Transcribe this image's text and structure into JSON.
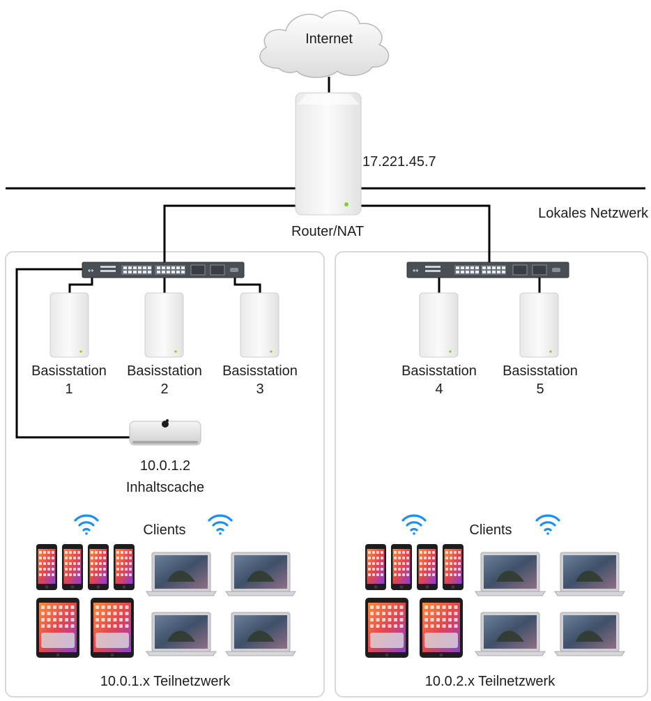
{
  "internet": {
    "label": "Internet"
  },
  "router": {
    "label": "Router/NAT",
    "ip": "17.221.45.7"
  },
  "local_network": {
    "label": "Lokales Netzwerk"
  },
  "subnet_left": {
    "stations": [
      {
        "line1": "Basisstation",
        "line2": "1"
      },
      {
        "line1": "Basisstation",
        "line2": "2"
      },
      {
        "line1": "Basisstation",
        "line2": "3"
      }
    ],
    "cache": {
      "ip": "10.0.1.2",
      "label": "Inhaltscache"
    },
    "clients_label": "Clients",
    "subnet_label": "10.0.1.x Teilnetzwerk"
  },
  "subnet_right": {
    "stations": [
      {
        "line1": "Basisstation",
        "line2": "4"
      },
      {
        "line1": "Basisstation",
        "line2": "5"
      }
    ],
    "clients_label": "Clients",
    "subnet_label": "10.0.2.x Teilnetzwerk"
  },
  "colors": {
    "line": "#000000",
    "panel_border": "#d8d8d8",
    "wifi": "#1e8ff0",
    "device_body": "#f2f2f2",
    "status_led": "#7ed321"
  }
}
